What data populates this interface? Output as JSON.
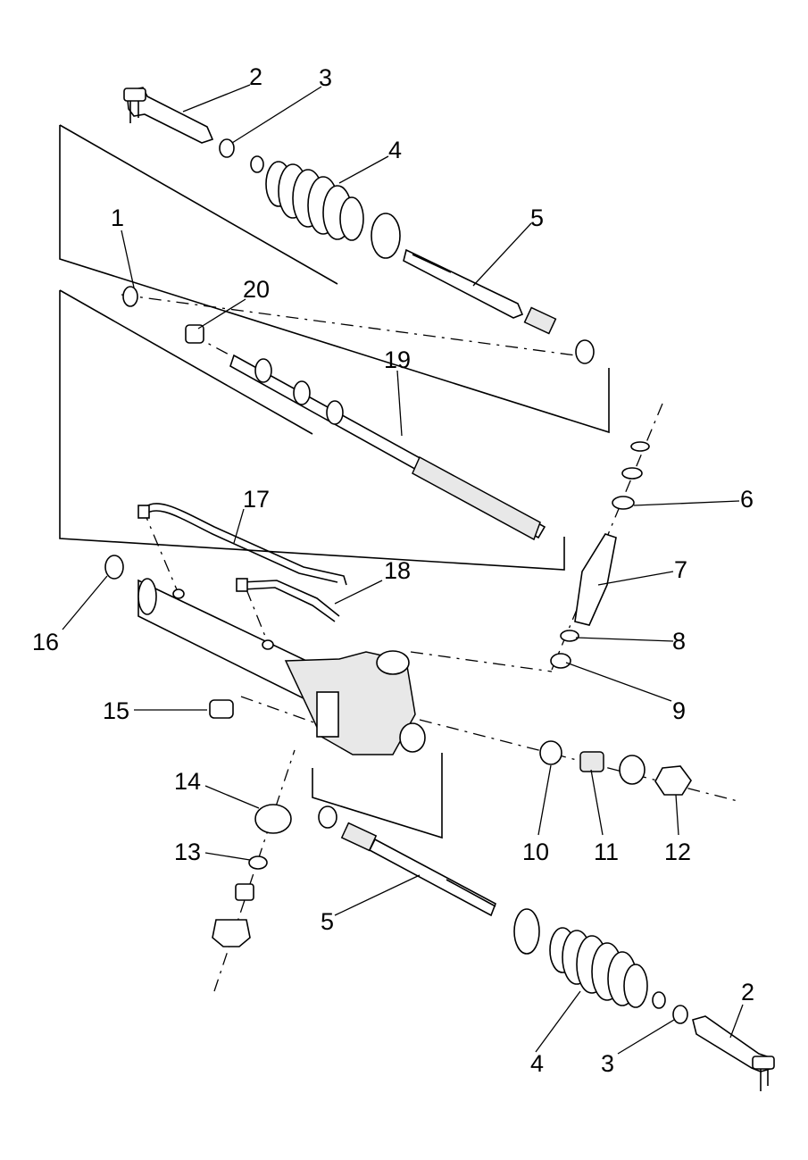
{
  "callouts": {
    "c1": "1",
    "c2_top": "2",
    "c2_bottom": "2",
    "c3_top": "3",
    "c3_bottom": "3",
    "c4_top": "4",
    "c4_bottom": "4",
    "c5_top": "5",
    "c5_bottom": "5",
    "c6": "6",
    "c7": "7",
    "c8": "8",
    "c9": "9",
    "c10": "10",
    "c11": "11",
    "c12": "12",
    "c13": "13",
    "c14": "14",
    "c15": "15",
    "c16": "16",
    "c17": "17",
    "c18": "18",
    "c19": "19",
    "c20": "20"
  }
}
